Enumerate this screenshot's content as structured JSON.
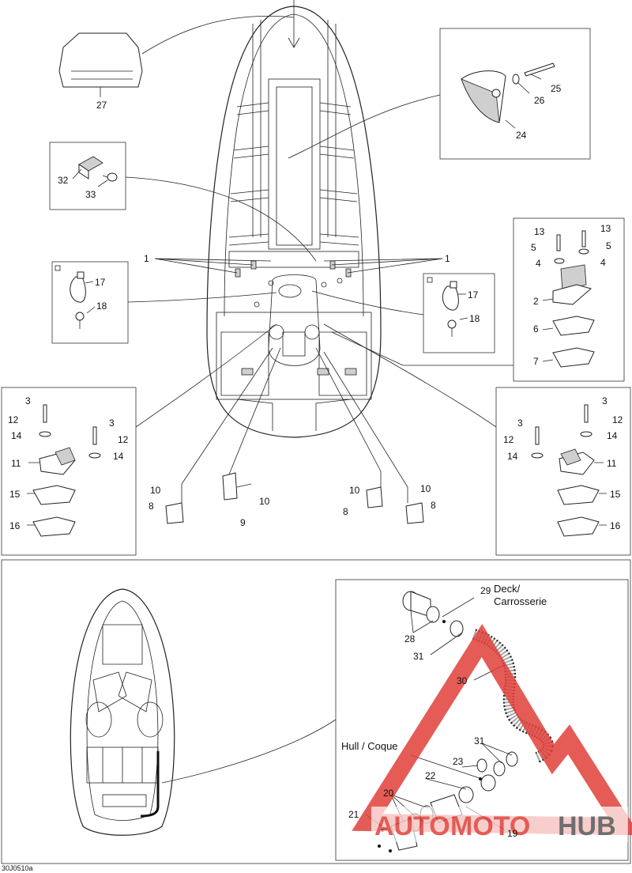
{
  "labels": {
    "l1": "1",
    "l2": "2",
    "l3": "3",
    "l4": "4",
    "l5": "5",
    "l6": "6",
    "l7": "7",
    "l8": "8",
    "l9": "9",
    "l10": "10",
    "l11": "11",
    "l12": "12",
    "l13": "13",
    "l14": "14",
    "l15": "15",
    "l16": "16",
    "l17": "17",
    "l18": "18",
    "l19": "19",
    "l20": "20",
    "l21": "21",
    "l22": "22",
    "l23": "23",
    "l24": "24",
    "l25": "25",
    "l26": "26",
    "l27": "27",
    "l28": "28",
    "l29": "29",
    "l30": "30",
    "l31": "31",
    "l32": "32",
    "l33": "33"
  },
  "captions": {
    "deck_line1": "Deck/",
    "deck_line2": "Carrosserie",
    "hull": "Hull / Coque"
  },
  "figure_code": "30J0510a",
  "watermark": {
    "part1": "AUTO",
    "part2": "MOTO",
    "part3": "HUB"
  },
  "colors": {
    "line": "#222222",
    "watermark_red": "#e0403a",
    "watermark_gray": "#555555"
  }
}
